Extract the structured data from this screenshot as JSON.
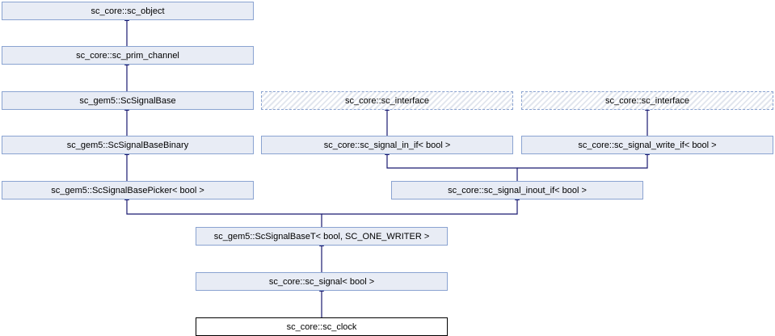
{
  "nodes": {
    "sc_object": "sc_core::sc_object",
    "sc_prim_channel": "sc_core::sc_prim_channel",
    "ScSignalBase": "sc_gem5::ScSignalBase",
    "sc_interface_1": "sc_core::sc_interface",
    "sc_interface_2": "sc_core::sc_interface",
    "ScSignalBaseBinary": "sc_gem5::ScSignalBaseBinary",
    "sc_signal_in_if": "sc_core::sc_signal_in_if< bool >",
    "sc_signal_write_if": "sc_core::sc_signal_write_if< bool >",
    "ScSignalBasePicker": "sc_gem5::ScSignalBasePicker< bool >",
    "sc_signal_inout_if": "sc_core::sc_signal_inout_if< bool >",
    "ScSignalBaseT": "sc_gem5::ScSignalBaseT< bool, SC_ONE_WRITER >",
    "sc_signal": "sc_core::sc_signal< bool >",
    "sc_clock": "sc_core::sc_clock"
  },
  "colors": {
    "edge": "#191970",
    "node_fill": "#e8ecf5",
    "node_border": "#8aa3d1"
  }
}
